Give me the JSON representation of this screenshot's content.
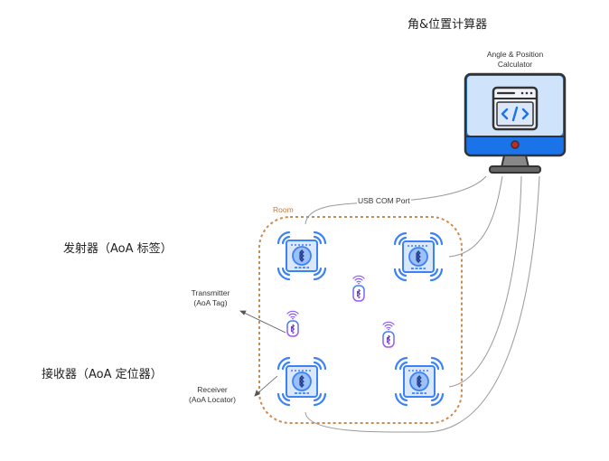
{
  "annotations": {
    "calculator_cn": "角&位置计算器",
    "transmitter_cn": "发射器（AoA 标签）",
    "receiver_cn": "接收器（AoA 定位器）"
  },
  "labels": {
    "calculator_line1": "Angle & Position",
    "calculator_line2": "Calculator",
    "transmitter_line1": "Transmitter",
    "transmitter_line2": "(AoA Tag)",
    "receiver_line1": "Receiver",
    "receiver_line2": "(AoA Locator)",
    "room": "Room",
    "usb": "USB COM Port"
  },
  "nodes": {
    "computer": {
      "icon": "monitor-code-icon"
    },
    "locators": [
      {
        "id": "locator-top-left",
        "icon": "bluetooth-locator-icon"
      },
      {
        "id": "locator-top-right",
        "icon": "bluetooth-locator-icon"
      },
      {
        "id": "locator-bottom-left",
        "icon": "bluetooth-locator-icon"
      },
      {
        "id": "locator-bottom-right",
        "icon": "bluetooth-locator-icon"
      }
    ],
    "tags": [
      {
        "id": "tag-center",
        "icon": "bluetooth-tag-icon"
      },
      {
        "id": "tag-left",
        "icon": "bluetooth-tag-icon"
      },
      {
        "id": "tag-right",
        "icon": "bluetooth-tag-icon"
      }
    ]
  },
  "colors": {
    "room_border": "#d08a4e",
    "locator_blue": "#3b82f6",
    "locator_fill": "#dbe7fb",
    "monitor_blue": "#1a73e8",
    "monitor_screen": "#cfe3fa",
    "monitor_dark": "#333333",
    "wire": "#999999"
  }
}
